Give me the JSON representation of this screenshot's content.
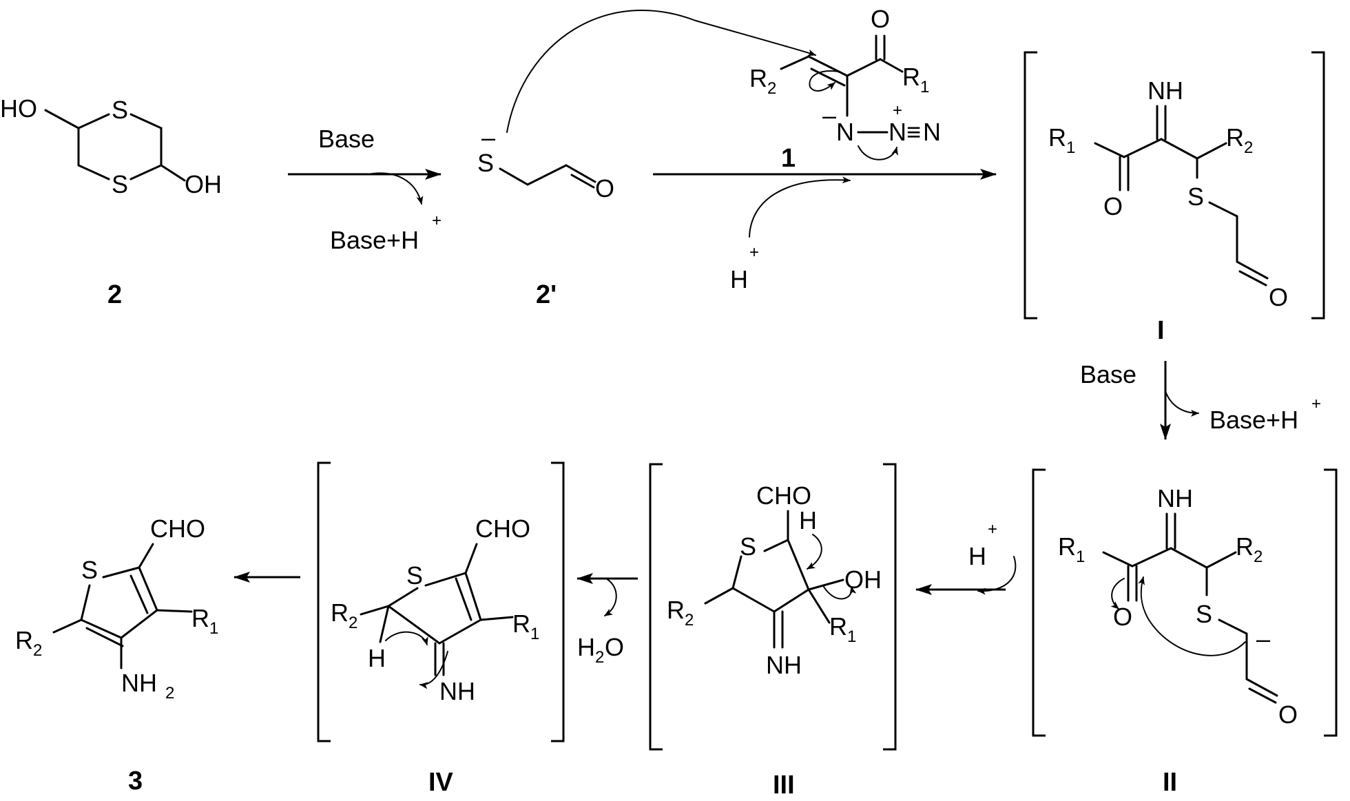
{
  "atoms": {
    "S": "S",
    "O": "O",
    "N": "N",
    "H": "H",
    "HO": "HO",
    "OH": "OH",
    "NH": "NH",
    "NH2": "NH",
    "CHO": "CHO",
    "R": "R",
    "r1": "1",
    "r2": "2",
    "two": "2",
    "minus": "–",
    "plus": "+",
    "triple": "≡",
    "HO_in_II": "OH"
  },
  "reagents": {
    "base": "Base",
    "base_h": "Base+H",
    "h_plus": "H",
    "h2o": "H",
    "h2o_o": "O"
  },
  "labels": {
    "cmp2": "2",
    "cmp2p": "2'",
    "cmp1": "1",
    "I": "I",
    "II": "II",
    "III": "III",
    "IV": "IV",
    "cmp3": "3"
  }
}
